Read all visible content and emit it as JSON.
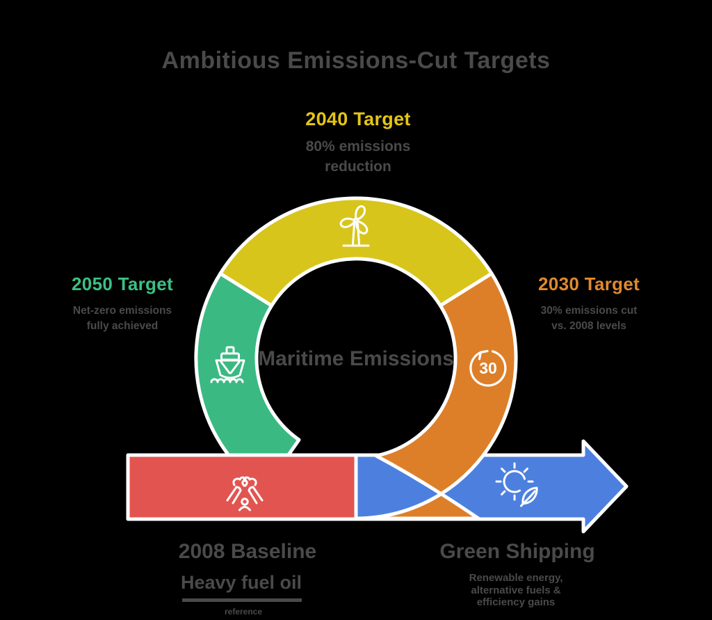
{
  "background_color": "#000000",
  "outline_color": "#ffffff",
  "icon_stroke_color": "#ffffff",
  "title": {
    "text": "Ambitious Emissions-Cut Targets",
    "color": "#4a4a4a"
  },
  "center": {
    "text": "Maritime Emissions",
    "color": "#4a4a4a"
  },
  "segments": {
    "top": {
      "label": "2040 Target",
      "label_color": "#e5c514",
      "segment_color": "#d8c51c",
      "icon": "wind-turbine-icon",
      "desc_line1": "80% emissions",
      "desc_line2": "reduction"
    },
    "left": {
      "label": "2050 Target",
      "label_color": "#3cc084",
      "segment_color": "#3bb982",
      "icon": "ship-icon",
      "desc_line1": "Net-zero emissions",
      "desc_line2": "fully achieved"
    },
    "right": {
      "label": "2030 Target",
      "label_color": "#e0892e",
      "segment_color": "#dd7f29",
      "icon": "history-30-icon",
      "icon_number": "30",
      "desc_line1": "30% emissions cut",
      "desc_line2": "vs. 2008 levels"
    },
    "bottom_left": {
      "heading": "2008 Baseline",
      "subheading": "Heavy fuel oil",
      "caption": "reference",
      "segment_color": "#e25450",
      "icon": "smokestack-emissions-icon"
    },
    "bottom_right": {
      "heading": "Green Shipping",
      "body_line1": "Renewable energy,",
      "body_line2": "alternative fuels &",
      "body_line3": "efficiency gains",
      "segment_color": "#4d80de",
      "icon": "sun-leaf-icon"
    }
  }
}
